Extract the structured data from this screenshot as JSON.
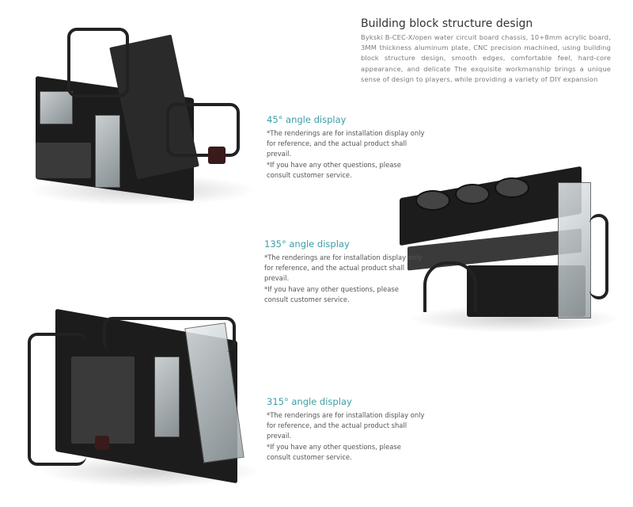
{
  "header": {
    "title": "Building block structure design",
    "description": "Bykski B-CEC-X/open water circuit board chassis, 10+8mm acrylic board, 3MM thickness aluminum plate, CNC precision machined, using building block structure design, smooth edges, comfortable feel, hard-core appearance, and delicate The exquisite workmanship brings a unique sense of design to players, while providing a variety of DIY expansion"
  },
  "views": [
    {
      "heading": "45° angle display",
      "note1": "*The renderings are for installation display only for reference, and the actual product shall prevail.",
      "note2": "*If you have any other questions, please consult customer service."
    },
    {
      "heading": "135° angle display",
      "note1": "*The renderings are for installation display only for reference, and the actual product shall prevail.",
      "note2": "*If you have any other questions, please consult customer service."
    },
    {
      "heading": "315° angle display",
      "note1": "*The renderings are for installation display only for reference, and the actual product shall prevail.",
      "note2": "*If you have any other questions, please consult customer service."
    }
  ],
  "colors": {
    "accent": "#3a9ea6"
  }
}
